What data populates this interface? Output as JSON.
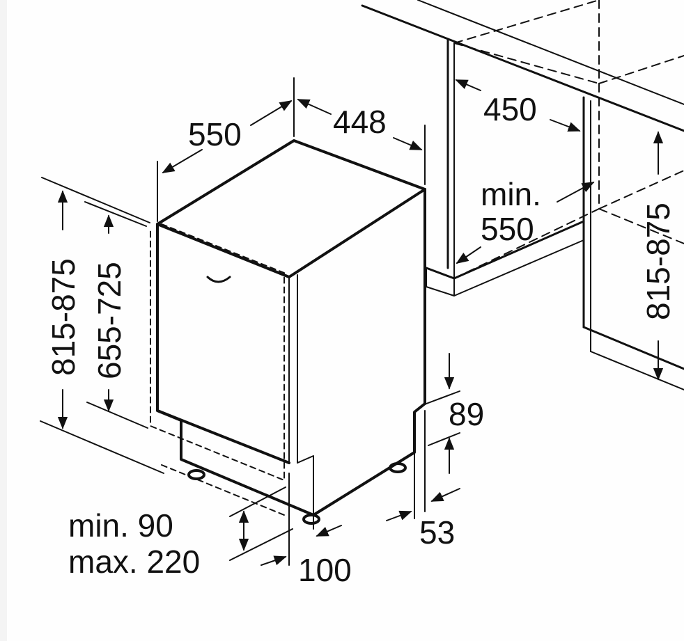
{
  "dimensions": {
    "depth": "550",
    "width": "448",
    "niche_width": "450",
    "niche_depth_min_line1": "min.",
    "niche_depth_min_line2": "550",
    "height_total": "815-875",
    "height_door": "655-725",
    "niche_height": "815-875",
    "plinth_89": "89",
    "offset_53": "53",
    "plinth_min": "min. 90",
    "plinth_max": "max. 220",
    "offset_100": "100"
  },
  "colors": {
    "line": "#111111",
    "background": "#fefefe"
  }
}
